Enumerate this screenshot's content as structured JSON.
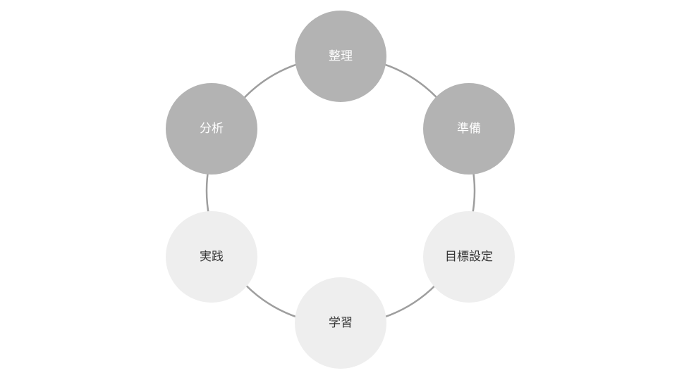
{
  "diagram": {
    "ring_color": "#9e9e9e",
    "nodes": [
      {
        "label": "整理",
        "fill": "#b3b3b3",
        "text_color": "#ffffff"
      },
      {
        "label": "準備",
        "fill": "#b3b3b3",
        "text_color": "#ffffff"
      },
      {
        "label": "目標設定",
        "fill": "#eeeeee",
        "text_color": "#333333"
      },
      {
        "label": "学習",
        "fill": "#eeeeee",
        "text_color": "#333333"
      },
      {
        "label": "実践",
        "fill": "#eeeeee",
        "text_color": "#333333"
      },
      {
        "label": "分析",
        "fill": "#b3b3b3",
        "text_color": "#ffffff"
      }
    ]
  }
}
